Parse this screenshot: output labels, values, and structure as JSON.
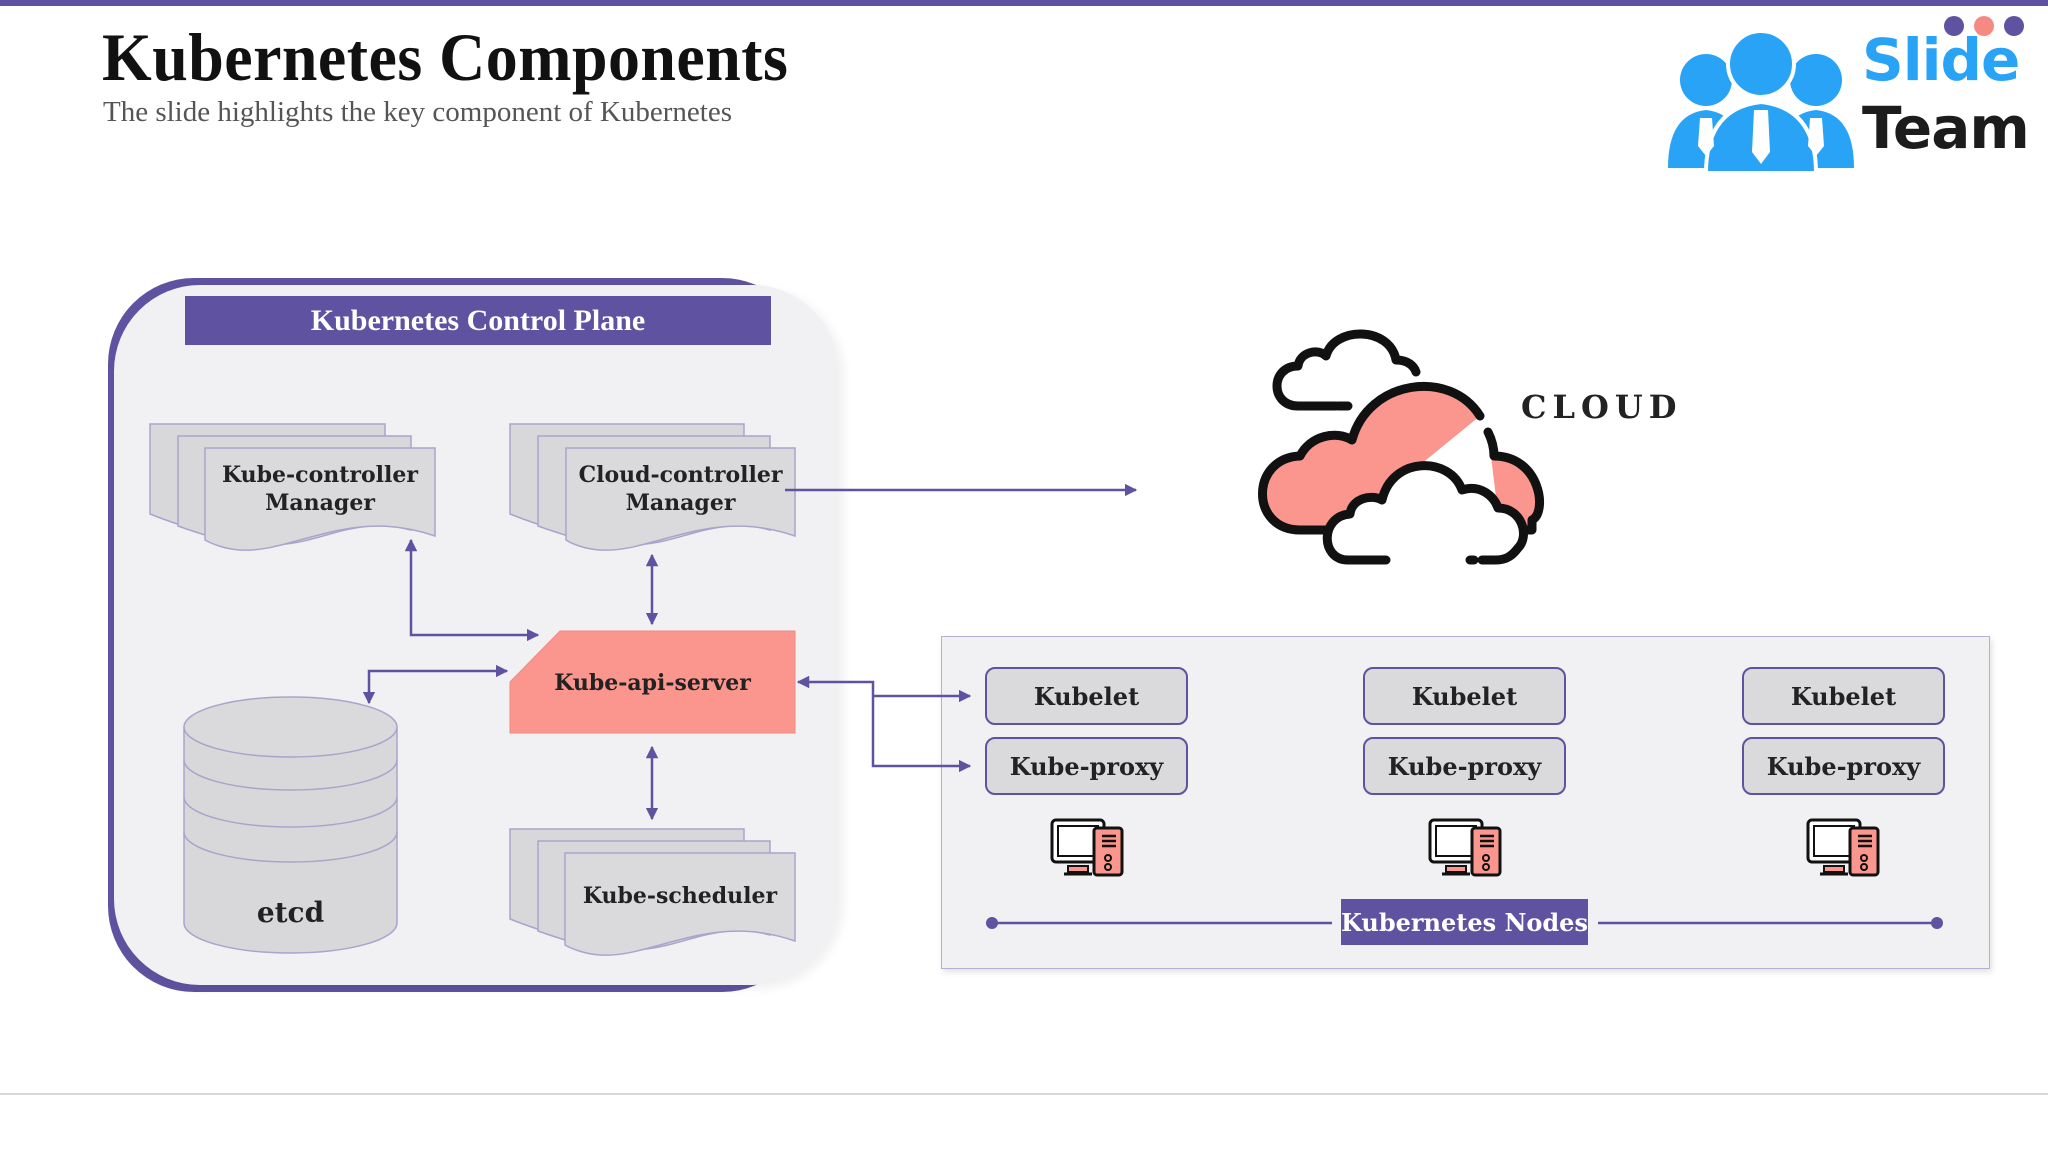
{
  "header": {
    "title": "Kubernetes Components",
    "subtitle": "The slide highlights the key component of Kubernetes"
  },
  "logo": {
    "word1": "Slide",
    "word2": "Team",
    "icon": "team-people-icon",
    "dot_colors": [
      "#5f52a0",
      "#f58a82",
      "#5f52a0"
    ]
  },
  "colors": {
    "accent": "#5f52a0",
    "highlight": "#fa968d",
    "shape_fill": "#dadadd",
    "panel_bg": "#f1f1f4",
    "logo_blue": "#29a3f5"
  },
  "control_plane": {
    "title": "Kubernetes Control Plane",
    "components": {
      "kube_controller_manager": [
        "Kube-controller",
        "Manager"
      ],
      "cloud_controller_manager": [
        "Cloud-controller",
        "Manager"
      ],
      "kube_api_server": "Kube-api-server",
      "etcd": "etcd",
      "kube_scheduler": "Kube-scheduler"
    }
  },
  "cloud": {
    "label": "CLOUD",
    "icon": "cloud-icon"
  },
  "nodes": {
    "title": "Kubernetes Nodes",
    "items": [
      {
        "kubelet": "Kubelet",
        "proxy": "Kube-proxy",
        "icon": "computer-icon"
      },
      {
        "kubelet": "Kubelet",
        "proxy": "Kube-proxy",
        "icon": "computer-icon"
      },
      {
        "kubelet": "Kubelet",
        "proxy": "Kube-proxy",
        "icon": "computer-icon"
      }
    ]
  },
  "connections": [
    {
      "from": "Kube-controller Manager",
      "to": "Kube-api-server",
      "type": "bidirectional"
    },
    {
      "from": "Cloud-controller Manager",
      "to": "Kube-api-server",
      "type": "bidirectional"
    },
    {
      "from": "Cloud-controller Manager",
      "to": "CLOUD",
      "type": "arrow"
    },
    {
      "from": "etcd",
      "to": "Kube-api-server",
      "type": "bidirectional"
    },
    {
      "from": "Kube-scheduler",
      "to": "Kube-api-server",
      "type": "bidirectional"
    },
    {
      "from": "Kube-api-server",
      "to": "Kubelet",
      "type": "bidirectional"
    },
    {
      "from": "Kube-api-server",
      "to": "Kube-proxy",
      "type": "bidirectional"
    }
  ]
}
